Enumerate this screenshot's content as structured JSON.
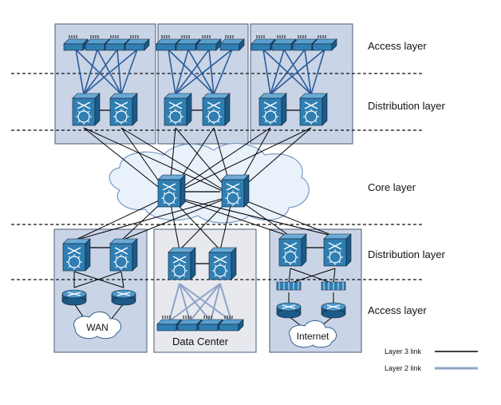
{
  "layers": {
    "access_top": "Access layer",
    "distribution_top": "Distribution layer",
    "core": "Core layer",
    "distribution_bottom": "Distribution layer",
    "access_bottom": "Access layer"
  },
  "blocks": {
    "wan": "WAN",
    "data_center": "Data Center",
    "internet": "Internet"
  },
  "legend": {
    "layer3": "Layer 3 link",
    "layer2": "Layer 2 link"
  },
  "colors": {
    "block_fill": "#c9d4e6",
    "block_stroke": "#4a5b78",
    "device_top": "#2f7fb3",
    "device_side": "#1d5a87",
    "cloud_fill": "#e9f1fb",
    "cloud_stroke": "#7a9cc6",
    "layer3_link": "#000000",
    "layer2_link": "#8fa3c8",
    "dc_fill": "#e7e9ee"
  },
  "icons": {
    "access_switch": "access-switch-icon",
    "multilayer_switch": "multilayer-switch-icon",
    "router": "router-icon",
    "cloud": "cloud-icon",
    "firewall": "firewall-icon"
  }
}
